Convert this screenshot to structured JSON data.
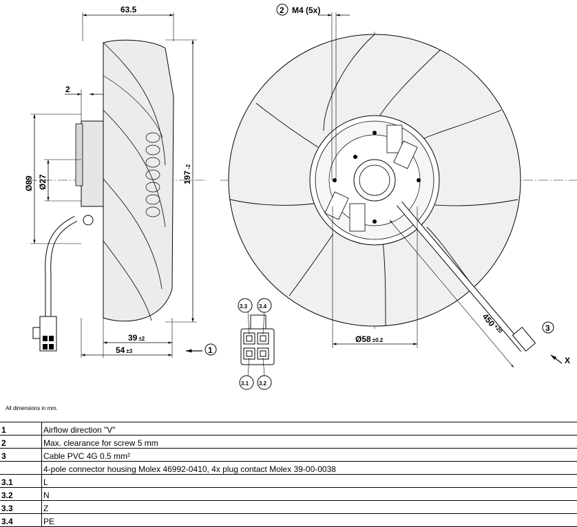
{
  "dimensions": {
    "width_63_5": "63.5",
    "gap_2": "2",
    "dia_89": "Ø89",
    "dia_27": "Ø27",
    "height_197": "197",
    "height_197_tol": "-2",
    "depth_39": "39",
    "depth_39_tol": "±2",
    "depth_54": "54",
    "depth_54_tol": "±3",
    "thread": "M4 (5x)",
    "dia_58": "Ø58",
    "dia_58_tol": "±0.2",
    "cable_450": "450",
    "cable_450_tol": "+20",
    "axis_x": "X"
  },
  "callouts": {
    "c1": "1",
    "c2": "2",
    "c3": "3",
    "c31": "3.1",
    "c32": "3.2",
    "c33": "3.3",
    "c34": "3.4"
  },
  "note": "All dimensions in mm.",
  "legend": [
    {
      "num": "1",
      "desc": "Airflow direction \"V\""
    },
    {
      "num": "2",
      "desc": "Max. clearance for screw 5 mm"
    },
    {
      "num": "3",
      "desc": "Cable PVC 4G 0.5 mm²"
    },
    {
      "num": "",
      "desc": "4-pole connector housing Molex 46992-0410, 4x plug contact Molex 39-00-0038"
    },
    {
      "num": "3.1",
      "desc": "L"
    },
    {
      "num": "3.2",
      "desc": "N"
    },
    {
      "num": "3.3",
      "desc": "Z"
    },
    {
      "num": "3.4",
      "desc": "PE"
    }
  ]
}
